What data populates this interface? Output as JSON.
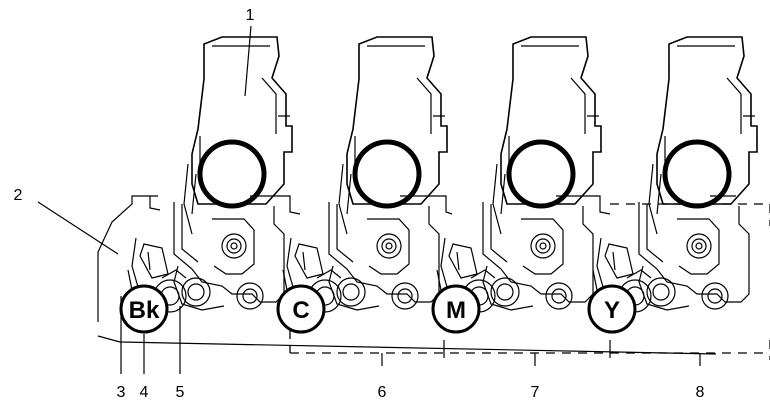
{
  "callouts": {
    "c1": "1",
    "c2": "2",
    "c3": "3",
    "c4": "4",
    "c5": "5",
    "c6": "6",
    "c7": "7",
    "c8": "8"
  },
  "stations": [
    {
      "badge": "Bk"
    },
    {
      "badge": "C"
    },
    {
      "badge": "M"
    },
    {
      "badge": "Y"
    }
  ]
}
